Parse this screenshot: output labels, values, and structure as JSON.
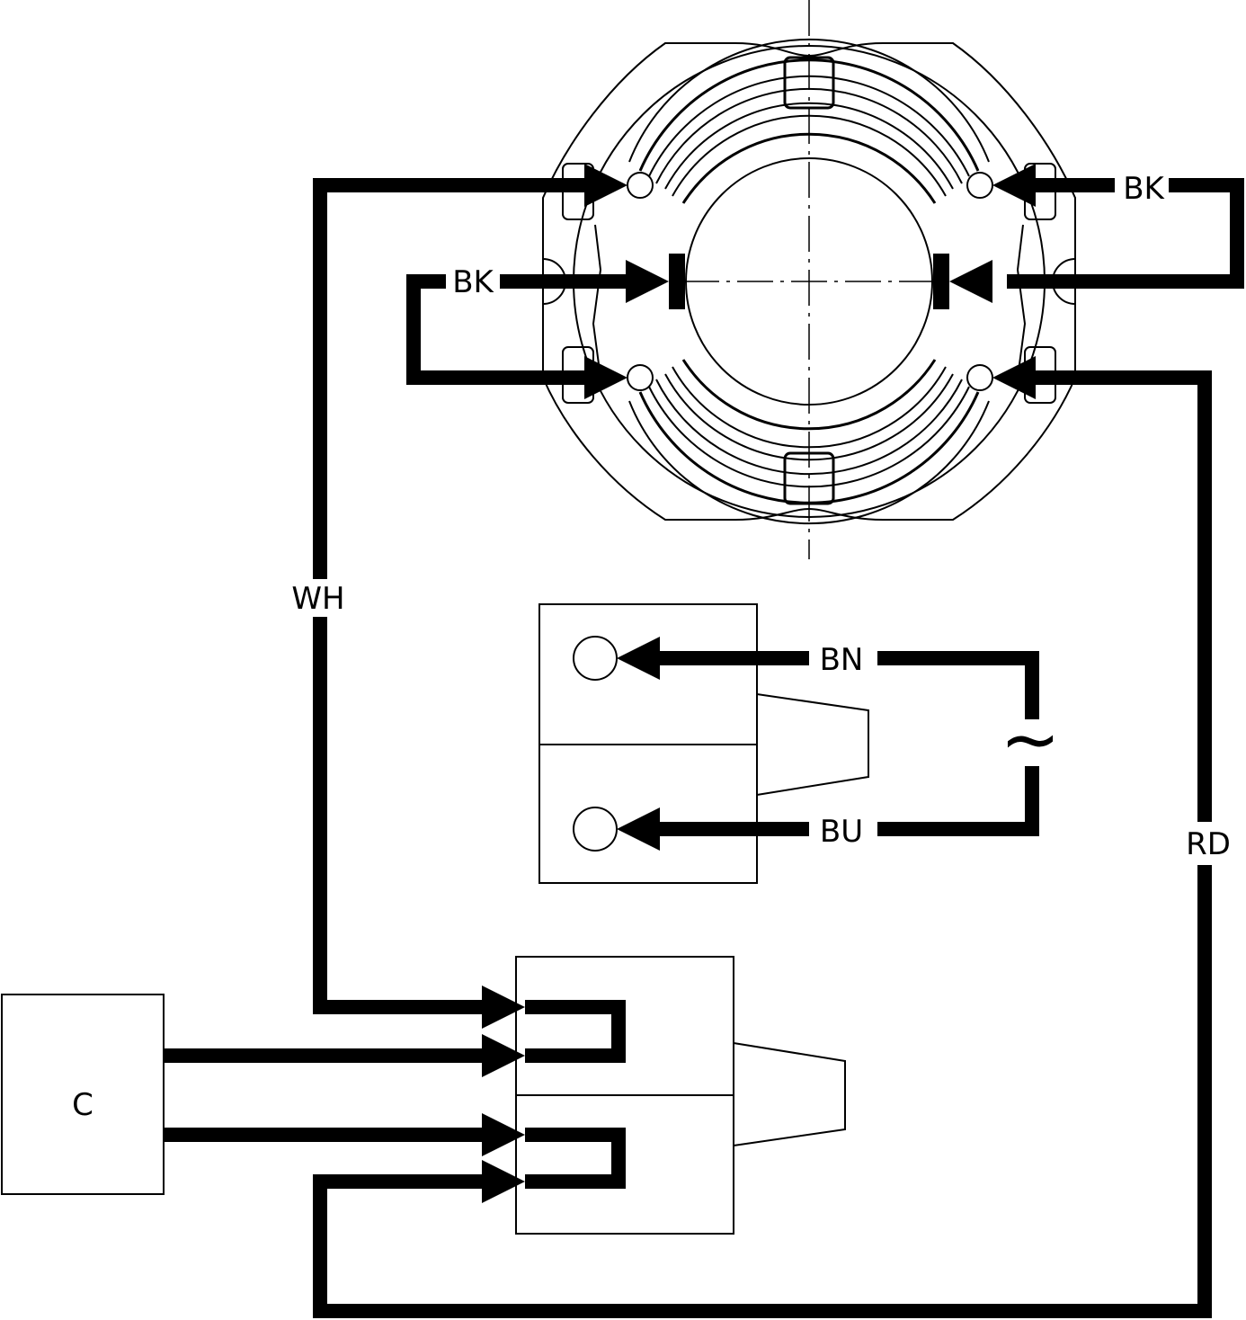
{
  "wires": {
    "wh": "WH",
    "rd": "RD",
    "bk_top_right": "BK",
    "bk_mid_left": "BK",
    "bn": "BN",
    "bu": "BU"
  },
  "supply": {
    "ac_symbol": "~"
  },
  "capacitor": {
    "symbol": "C"
  },
  "colors": {
    "line": "#000000",
    "background": "#ffffff"
  }
}
